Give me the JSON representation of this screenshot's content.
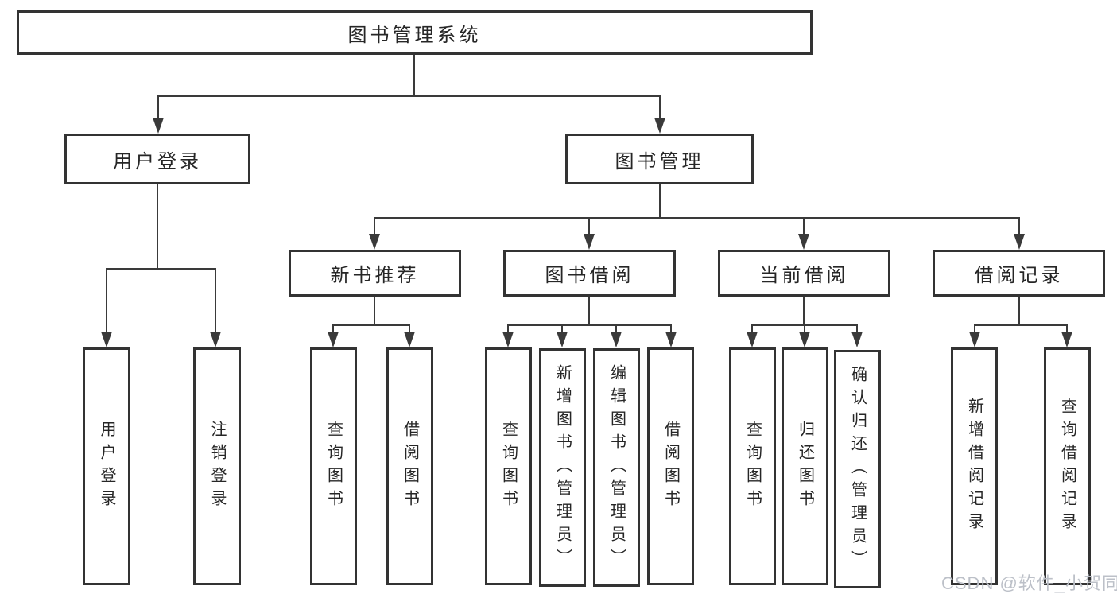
{
  "tree": {
    "root": {
      "label": "图书管理系统"
    },
    "branches": [
      {
        "label": "用户登录",
        "children": [
          {
            "label": "用户登录"
          },
          {
            "label": "注销登录"
          }
        ]
      },
      {
        "label": "图书管理",
        "children": [
          {
            "label": "新书推荐",
            "children": [
              {
                "label": "查询图书"
              },
              {
                "label": "借阅图书"
              }
            ]
          },
          {
            "label": "图书借阅",
            "children": [
              {
                "label": "查询图书"
              },
              {
                "label": "新增图书（管理员）"
              },
              {
                "label": "编辑图书（管理员）"
              },
              {
                "label": "借阅图书"
              }
            ]
          },
          {
            "label": "当前借阅",
            "children": [
              {
                "label": "查询图书"
              },
              {
                "label": "归还图书"
              },
              {
                "label": "确认归还（管理员）"
              }
            ]
          },
          {
            "label": "借阅记录",
            "children": [
              {
                "label": "新增借阅记录"
              },
              {
                "label": "查询借阅记录"
              }
            ]
          }
        ]
      }
    ]
  },
  "watermark": "CSDN @软件_小贺同学",
  "colors": {
    "line": "#3a3a3a",
    "box_border": "#333333",
    "text": "#262626",
    "watermark": "#bcc0c8",
    "background": "#ffffff"
  }
}
